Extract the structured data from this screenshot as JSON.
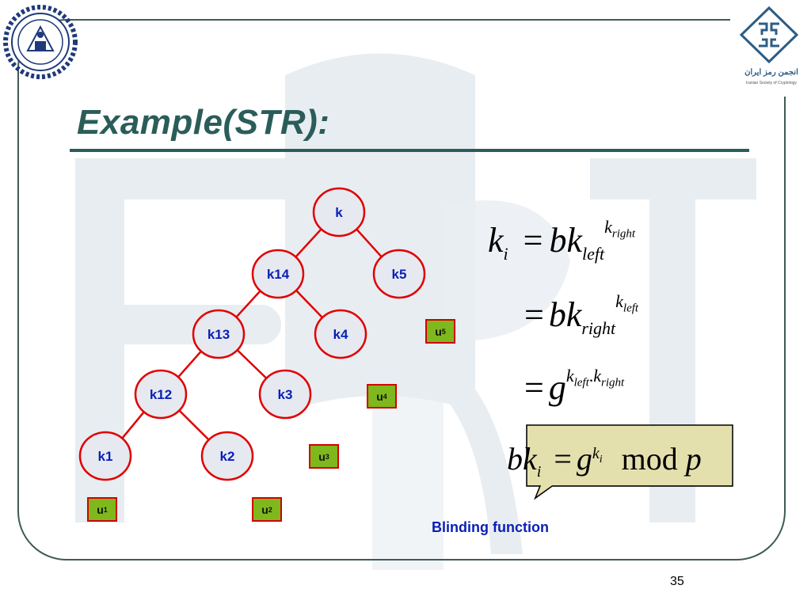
{
  "slide": {
    "title": "Example(STR):",
    "page_number": "35",
    "caption": "Blinding function"
  },
  "logos": {
    "right_org_fa": "انجمن رمز ایران",
    "right_org_en": "Iranian Society of Cryptology"
  },
  "tree": {
    "nodes": [
      {
        "id": "k",
        "label": "k"
      },
      {
        "id": "k14",
        "label": "k14"
      },
      {
        "id": "k5",
        "label": "k5"
      },
      {
        "id": "k13",
        "label": "k13"
      },
      {
        "id": "k4",
        "label": "k4"
      },
      {
        "id": "k12",
        "label": "k12"
      },
      {
        "id": "k3",
        "label": "k3"
      },
      {
        "id": "k1",
        "label": "k1"
      },
      {
        "id": "k2",
        "label": "k2"
      }
    ],
    "edges": [
      [
        "k",
        "k14"
      ],
      [
        "k",
        "k5"
      ],
      [
        "k14",
        "k13"
      ],
      [
        "k14",
        "k4"
      ],
      [
        "k13",
        "k12"
      ],
      [
        "k13",
        "k3"
      ],
      [
        "k12",
        "k1"
      ],
      [
        "k12",
        "k2"
      ]
    ]
  },
  "users": [
    {
      "id": "u1",
      "base": "u",
      "sub": "1"
    },
    {
      "id": "u2",
      "base": "u",
      "sub": "2"
    },
    {
      "id": "u3",
      "base": "u",
      "sub": "3"
    },
    {
      "id": "u4",
      "base": "u",
      "sub": "4"
    },
    {
      "id": "u5",
      "base": "u",
      "sub": "5"
    }
  ],
  "equations": {
    "line1": {
      "lhs": "k",
      "lhs_sub": "i",
      "op": "=",
      "base": "bk",
      "base_sub": "left",
      "exp": "k",
      "exp_sub": "right"
    },
    "line2": {
      "op": "=",
      "base": "bk",
      "base_sub": "right",
      "exp": "k",
      "exp_sub": "left"
    },
    "line3": {
      "op": "=",
      "base": "g",
      "exp_a": "k",
      "exp_a_sub": "left",
      "exp_dot": ".",
      "exp_b": "k",
      "exp_b_sub": "right"
    },
    "boxed": {
      "lhs": "bk",
      "lhs_sub": "i",
      "op": "=",
      "base": "g",
      "exp": "k",
      "exp_sub": "i",
      "mod": "mod",
      "p": "p"
    }
  },
  "colors": {
    "node_fill": "#e6e9f0",
    "node_stroke": "#e00000",
    "edge": "#e00000",
    "node_text": "#0a1fb5",
    "user_fill": "#7fb81c",
    "user_stroke": "#d40000",
    "title": "#2a5d5a",
    "callout_fill": "#e4e0ad",
    "watermark": "#e7ecf1"
  }
}
